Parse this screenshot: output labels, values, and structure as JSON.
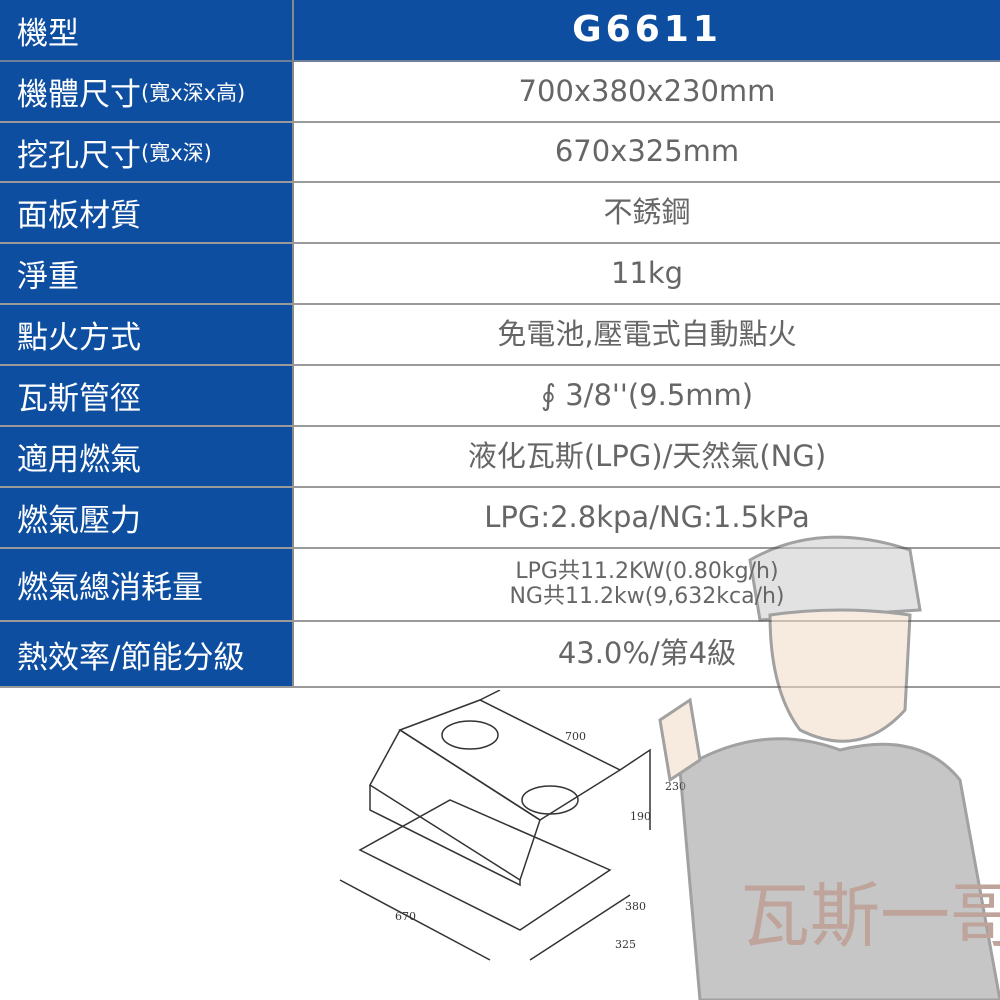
{
  "header": {
    "label": "機型",
    "model": "G6611"
  },
  "rows": [
    {
      "label": "機體尺寸",
      "sub": "(寬x深x高)",
      "value": "700x380x230mm"
    },
    {
      "label": "挖孔尺寸",
      "sub": "(寬x深)",
      "value": "670x325mm"
    },
    {
      "label": "面板材質",
      "value": "不銹鋼"
    },
    {
      "label": "淨重",
      "value": "11kg"
    },
    {
      "label": "點火方式",
      "value": "免電池,壓電式自動點火"
    },
    {
      "label": "瓦斯管徑",
      "value": "∮ 3/8''(9.5mm)"
    },
    {
      "label": "適用燃氣",
      "value": "液化瓦斯(LPG)/天然氣(NG)"
    },
    {
      "label": "燃氣壓力",
      "value": "LPG:2.8kpa/NG:1.5kPa"
    },
    {
      "label": "燃氣總消耗量",
      "value_line1": "LPG共11.2KW(0.80kg/h)",
      "value_line2": "NG共11.2kw(9,632kca/h)"
    },
    {
      "label": "熱效率/節能分級",
      "value": "43.0%/第4級"
    }
  ],
  "diagram": {
    "dims": {
      "width": "700",
      "height": "230",
      "inner_height": "190",
      "depth": "380",
      "cut_width": "670",
      "cut_depth": "325"
    }
  },
  "watermark": {
    "text": "瓦斯一哥"
  },
  "colors": {
    "label_bg": "#0e4ea0",
    "value_text": "#666666"
  }
}
